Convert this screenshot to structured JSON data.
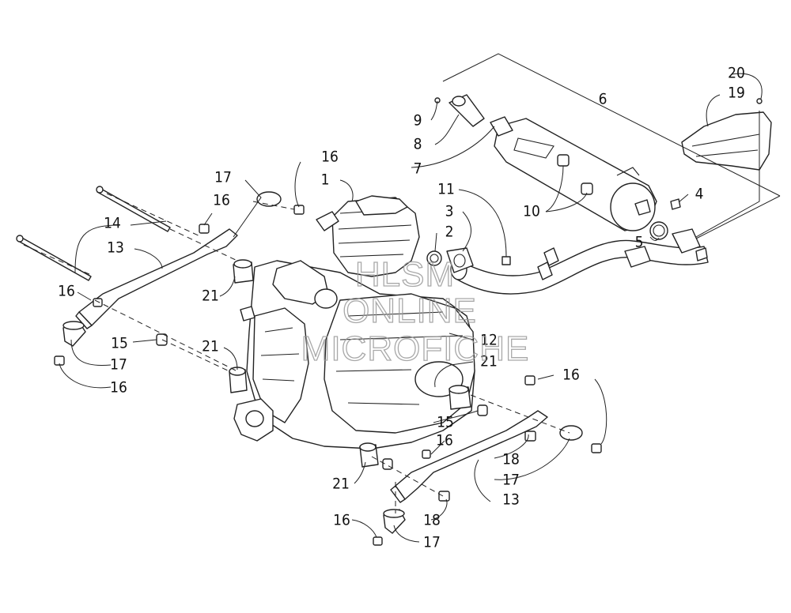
{
  "callouts": [
    "1",
    "2",
    "3",
    "4",
    "5",
    "6",
    "7",
    "8",
    "9",
    "10",
    "11",
    "12",
    "13",
    "14",
    "15",
    "16",
    "17",
    "18",
    "19",
    "20",
    "21"
  ],
  "watermark": {
    "line1": "HLSM",
    "line2": "ONLINE",
    "line3": "MICROFICHE"
  },
  "colors": {
    "line": "#222222",
    "watermark": "#9a9a9a",
    "background": "#ffffff"
  }
}
